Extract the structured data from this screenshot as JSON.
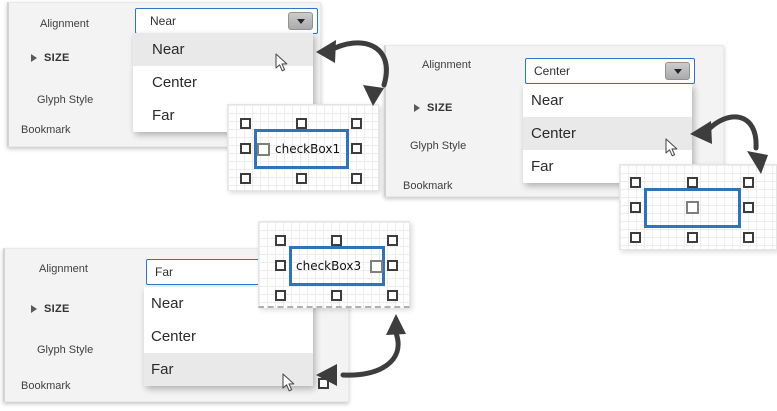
{
  "panels": [
    {
      "alignment_label": "Alignment",
      "size_group_label": "SIZE",
      "glyph_style_label": "Glyph Style",
      "bookmark_label": "Bookmark",
      "combo_value": "Near",
      "options": [
        "Near",
        "Center",
        "Far"
      ],
      "highlighted_option": "Near"
    },
    {
      "alignment_label": "Alignment",
      "size_group_label": "SIZE",
      "glyph_style_label": "Glyph Style",
      "bookmark_label": "Bookmark",
      "combo_value": "Center",
      "options": [
        "Near",
        "Center",
        "Far"
      ],
      "highlighted_option": "Center"
    },
    {
      "alignment_label": "Alignment",
      "size_group_label": "SIZE",
      "glyph_style_label": "Glyph Style",
      "bookmark_label": "Bookmark",
      "combo_value": "Far",
      "options": [
        "Near",
        "Center",
        "Far"
      ],
      "highlighted_option": "Far"
    }
  ],
  "surfaces": [
    {
      "control_label": "checkBox1",
      "glyph_alignment": "near"
    },
    {
      "control_label": "",
      "glyph_alignment": "center"
    },
    {
      "control_label": "checkBox3",
      "glyph_alignment": "far"
    }
  ],
  "icons": {
    "combo_dropdown": "chevron-down-icon",
    "group_expand": "expand-arrow-icon",
    "cursor": "arrow-pointer-icon",
    "connector": "curved-double-arrow"
  },
  "colors": {
    "combo_focus_border": "#2878c8",
    "selection_rect": "#2d74b8",
    "popup_highlight": "#e9e9e9",
    "panel_bg": "#f3f3f3",
    "arrow": "#3d3d3d",
    "grid_line": "#ececec"
  }
}
